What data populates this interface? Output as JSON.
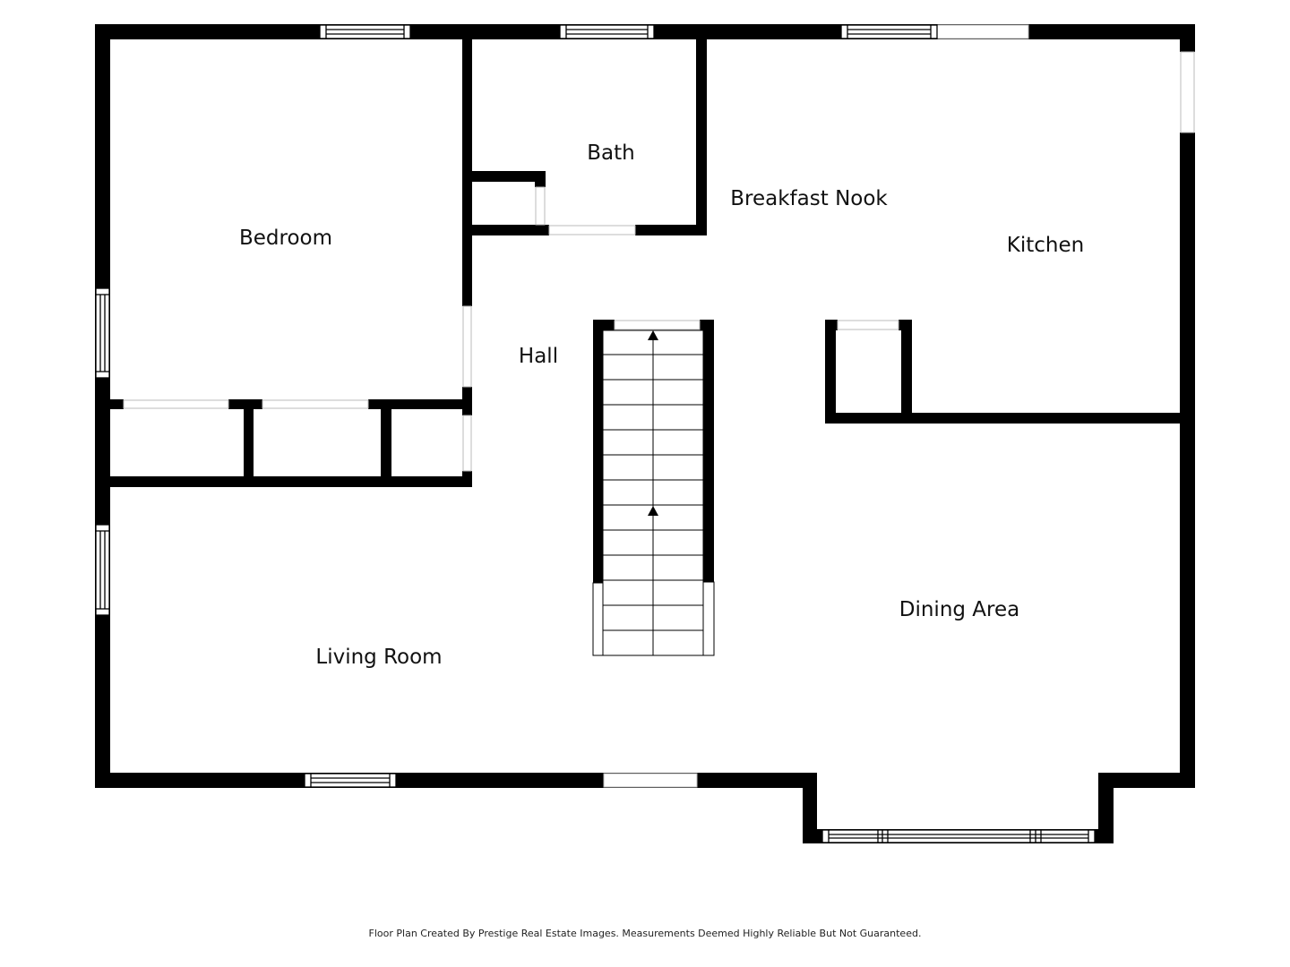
{
  "rooms": {
    "bedroom": "Bedroom",
    "bath": "Bath",
    "breakfast_nook": "Breakfast Nook",
    "kitchen": "Kitchen",
    "hall": "Hall",
    "living_room": "Living Room",
    "dining_area": "Dining Area"
  },
  "footer": {
    "note": "Floor Plan Created By Prestige Real Estate Images. Measurements Deemed Highly Reliable But Not Guaranteed."
  },
  "colors": {
    "wall": "#000000",
    "background": "#ffffff"
  }
}
